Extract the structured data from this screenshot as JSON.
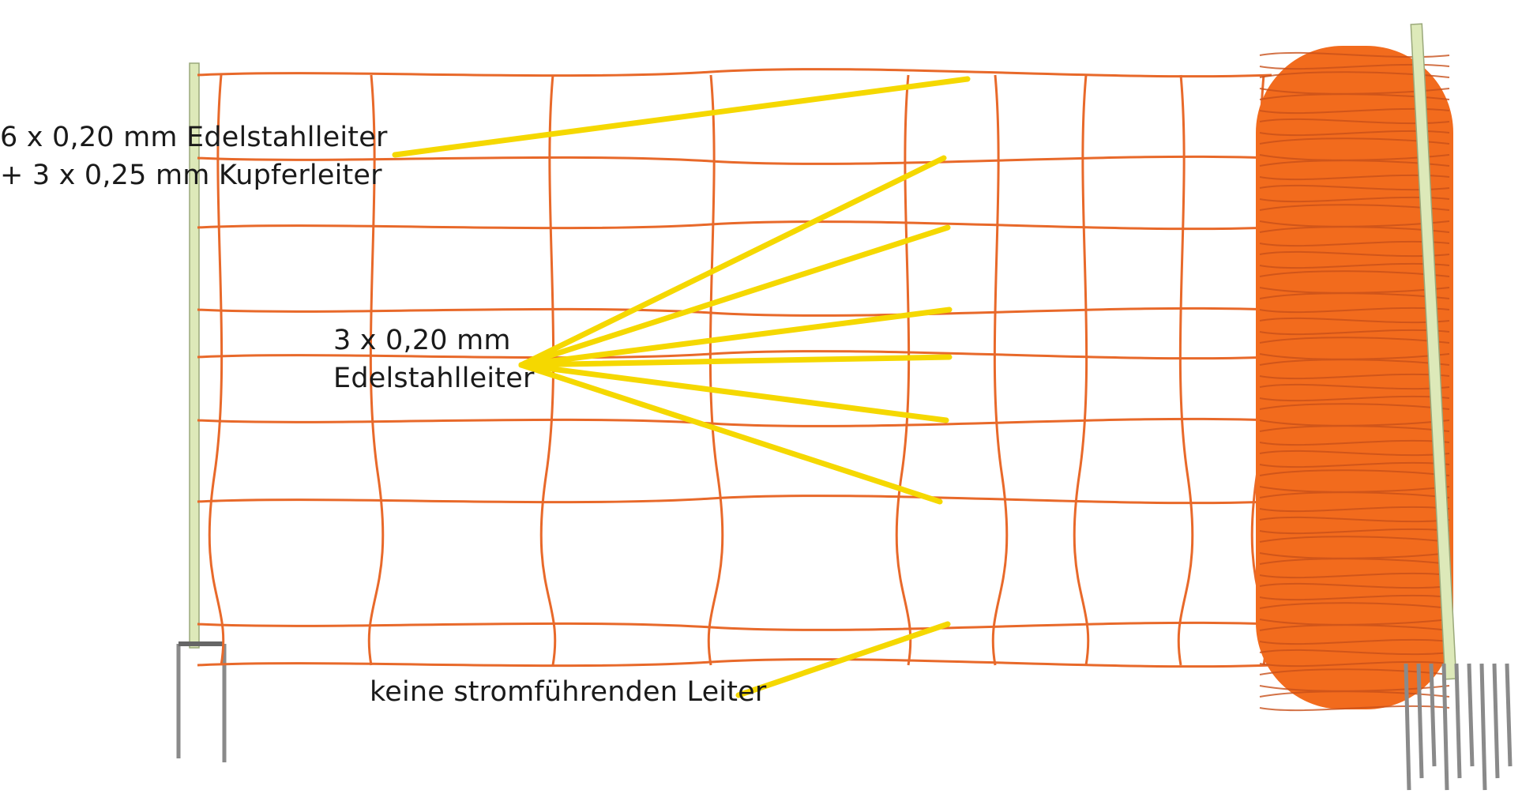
{
  "labels": {
    "top_line1": "6 x 0,20 mm Edelstahlleiter",
    "top_line2": "+ 3 x 0,25 mm Kupferleiter",
    "middle_line1": "3 x 0,20 mm",
    "middle_line2": "Edelstahlleiter",
    "bottom": "keine stromführenden Leiter"
  },
  "colors": {
    "leader_lines": "#f5d800",
    "net": "#e8692a",
    "post": "#dde9b9",
    "spike": "#888888",
    "text": "#1a1a1a"
  }
}
